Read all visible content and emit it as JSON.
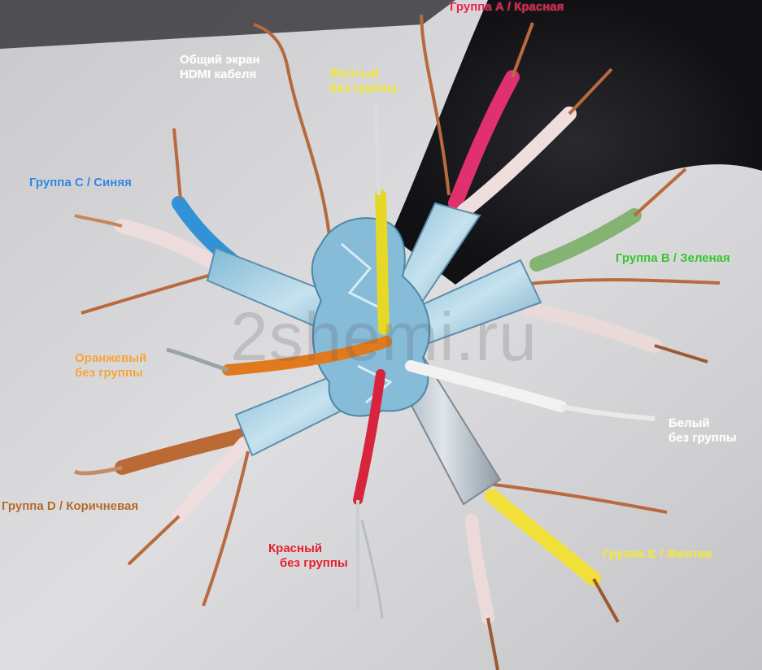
{
  "watermark": "2shemi.ru",
  "labels": {
    "shield": "Общий экран HDMI кабеля",
    "shield_line1": "Общий экран",
    "shield_line2": "HDMI кабеля",
    "group_a": "Группа А / Красная",
    "yellow_line1": "Желтый",
    "yellow_line2": "без группы",
    "group_c": "Группа С / Синяя",
    "group_b": "Группа В / Зеленая",
    "orange_line1": "Оранжевый",
    "orange_line2": "без группы",
    "white_line1": "Белый",
    "white_line2": "без группы",
    "group_d": "Группа D / Коричневая",
    "red_line1": "Красный",
    "red_line2": "без группы",
    "group_e": "Группа Е / Желтая"
  },
  "colors": {
    "group_a": "#e8234f",
    "yellow": "#f3e531",
    "group_c": "#2f86e0",
    "group_b": "#35c42e",
    "orange": "#f3a33a",
    "white": "#ffffff",
    "group_d": "#b06a2c",
    "red": "#e41d2d",
    "group_e": "#f3e531"
  }
}
